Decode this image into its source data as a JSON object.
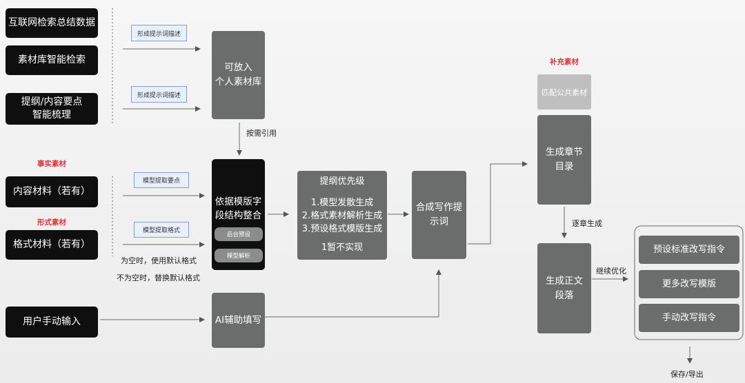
{
  "inputs": {
    "internet": "互联网检索总结数据",
    "library": "素材库智能检索",
    "outline_1": "提纲/内容要点",
    "outline_2": "智能梳理",
    "content": "内容材料（若有）",
    "format": "格式材料（若有）",
    "manual": "用户手动输入"
  },
  "labels": {
    "form_prompt_1": "形成提示词描述",
    "form_prompt_2": "形成提示词描述",
    "fact_material": "事实素材",
    "form_material": "形式素材",
    "extract_points": "模型提取要点",
    "extract_format": "模型提取格式",
    "on_demand": "按需引用",
    "empty_note": "为空时，使用默认格式",
    "not_empty_note": "不为空时，替换默认格式",
    "supplement": "补充素材",
    "per_chapter": "逐章生成",
    "continue_opt": "继续优化",
    "save_export": "保存/导出"
  },
  "nodes": {
    "personal_lib_1": "可放入",
    "personal_lib_2": "个人素材库",
    "template_1": "依据模版字",
    "template_2": "段结构整合",
    "preset_pill": "后台预设",
    "parse_pill": "模型解析",
    "ai_fill": "AI辅助填写",
    "priority_title": "提纲优先级",
    "priority_1": "1.模型发散生成",
    "priority_2": "2.格式素材解析生成",
    "priority_3": "3.预设格式模版生成",
    "priority_note": "1暂不实现",
    "compose_1": "合成写作提",
    "compose_2": "示词",
    "match_public": "匹配公共素材",
    "toc_1": "生成章节",
    "toc_2": "目录",
    "body_1": "生成正文",
    "body_2": "段落"
  },
  "options": {
    "preset_cmd": "预设标准改写指令",
    "more_templates": "更多改写模版",
    "manual_cmd": "手动改写指令"
  },
  "colors": {
    "black_box": "#0f0f0f",
    "gray_box": "#6b6d6d",
    "accent_red": "#e0363b",
    "tag_blue": "#7f9fd6"
  }
}
